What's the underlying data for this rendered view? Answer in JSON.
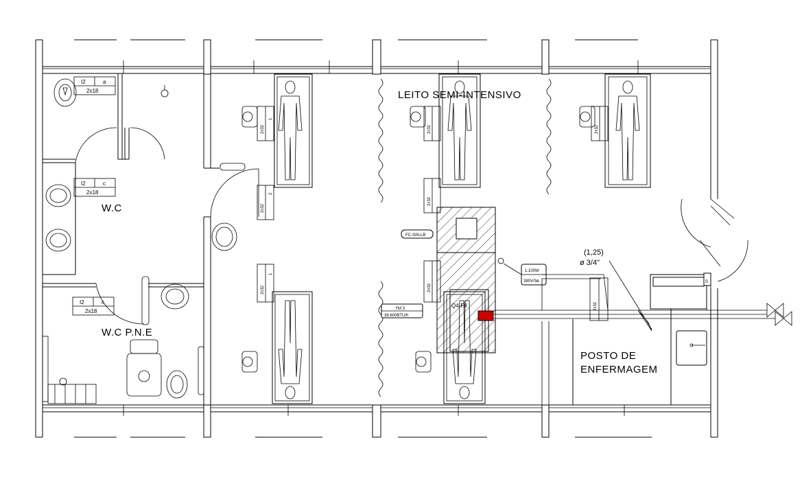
{
  "rooms": {
    "leito_semi_intensivo": "LEITO SEMI-INTENSIVO",
    "wc": "W.C",
    "wc_pne": "W.C P.N.E",
    "posto_line1": "POSTO DE",
    "posto_line2": "ENFERMAGEM"
  },
  "lamp_tags": [
    {
      "top_left": "I2",
      "top_right": "a",
      "bottom": "2x18"
    },
    {
      "top_left": "I2",
      "top_right": "c",
      "bottom": "2x18"
    },
    {
      "top_left": "I2",
      "top_right": "c",
      "bottom": "2x18"
    }
  ],
  "outlet_tag": "2x32",
  "outlet_tag_num": "1",
  "outlet_tag_num2": "2",
  "equipment": {
    "fc_tag": "FC-SIN-LB",
    "ym_line1": "YM 3",
    "ym_line2": "38.600BTU/h",
    "power_line1": "1.100W",
    "power_line2": "380V/3ø",
    "panel_code": "Q4-F8",
    "pipe_diameter_paren": "(1,25)",
    "pipe_diameter": "ø 3/4\"",
    "s_label": "S"
  }
}
